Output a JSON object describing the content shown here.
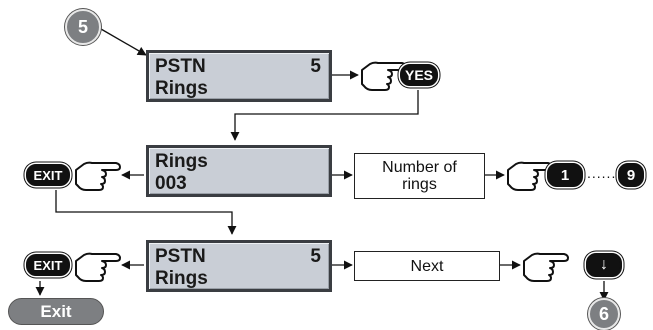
{
  "step_badges": {
    "start": "5",
    "end": "6"
  },
  "screens": {
    "pstn_top": {
      "line1": "PSTN",
      "value": "5",
      "line2": "Rings"
    },
    "rings": {
      "line1": "Rings",
      "line2": "003"
    },
    "pstn_bottom": {
      "line1": "PSTN",
      "value": "5",
      "line2": "Rings"
    }
  },
  "actions": {
    "number_of_rings": "Number of\nrings",
    "next": "Next"
  },
  "keys": {
    "yes": "YES",
    "exit": "EXIT",
    "one": "1",
    "nine": "9",
    "ellipsis": "......"
  },
  "exit_button": "Exit",
  "colors": {
    "lcd_fill": "#c9ced6",
    "badge_gray": "#7d7f82",
    "key_black": "#111111"
  },
  "icons": {
    "hand": "pointing-hand-icon",
    "down_arrow_key": "down-arrow-icon"
  }
}
